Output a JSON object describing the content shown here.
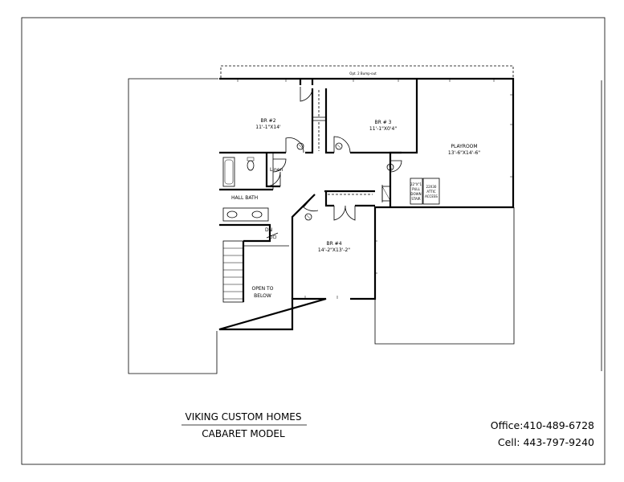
{
  "labels": {
    "bump_out": "Opt. 2 Bump-out",
    "br2_name": "BR #2",
    "br2_size": "11'-1\"X14'",
    "br3_name": "BR # 3",
    "br3_size": "11'-1\"X0'4\"",
    "playroom_name": "PLAYROOM",
    "playroom_size": "13'-6\"X14'-6\"",
    "linen": "Linen",
    "hall_bath": "HALL BATH",
    "dn": "DN",
    "br4_name": "BR #4",
    "br4_size": "14'-2\"X13'-2\"",
    "open_to": "OPEN TO",
    "below": "BELOW",
    "pull_down_1": "22\"X\"1",
    "pull_down_2": "PULL",
    "pull_down_3": "DOWN",
    "pull_down_4": "STAIR",
    "attic_1": "22X30",
    "attic_2": "ATTIC",
    "attic_3": "ACCESS"
  },
  "titleblock": {
    "company": "VIKING CUSTOM HOMES",
    "model": "CABARET MODEL",
    "office": "Office:410-489-6728",
    "cell": "Cell: 443-797-9240"
  }
}
